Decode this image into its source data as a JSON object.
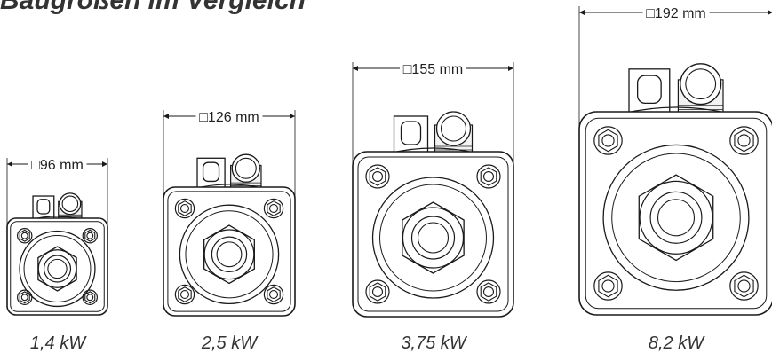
{
  "title_partial": "Baugrößen im Vergleich",
  "colors": {
    "line": "#1a1a1a",
    "text": "#333333"
  },
  "motors": [
    {
      "dimension": "□96 mm",
      "power": "1,4 kW"
    },
    {
      "dimension": "□126 mm",
      "power": "2,5 kW"
    },
    {
      "dimension": "□155 mm",
      "power": "3,75 kW"
    },
    {
      "dimension": "□192 mm",
      "power": "8,2 kW"
    }
  ]
}
